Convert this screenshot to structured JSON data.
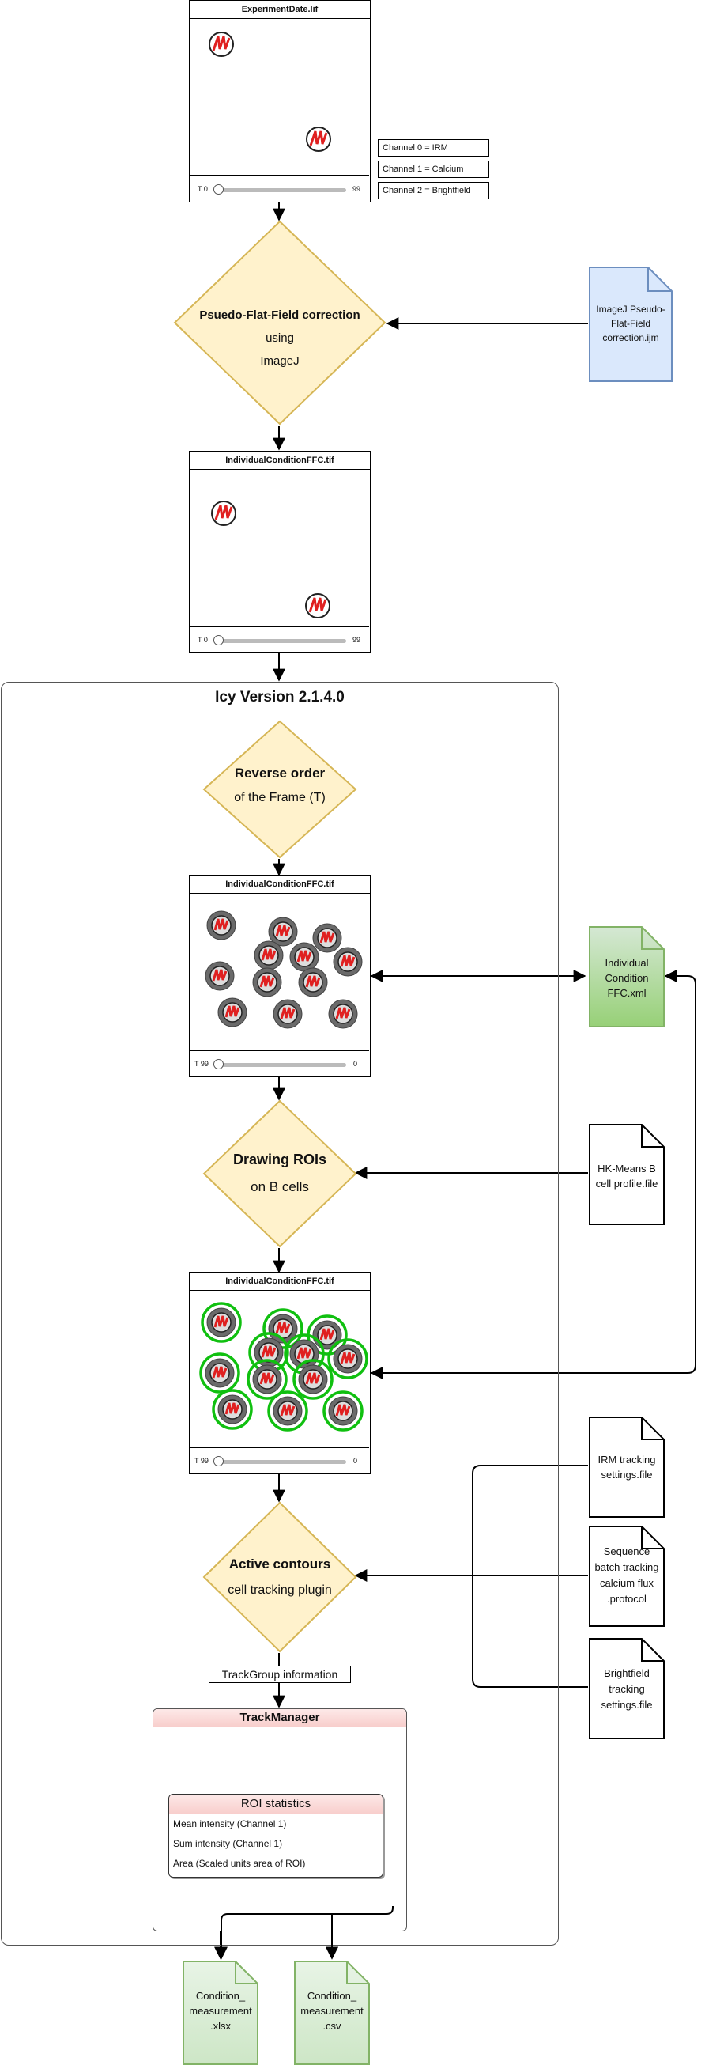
{
  "top_viewer": {
    "title": "ExperimentDate.lif",
    "slider_start": "T 0",
    "slider_end": "99"
  },
  "channels": [
    "Channel 0 = IRM",
    "Channel 1 = Calcium",
    "Channel 2 = Brightfield"
  ],
  "ffc_step": {
    "title": "Psuedo-Flat-Field correction",
    "line2": "using",
    "line3": "ImageJ"
  },
  "ffc_doc": {
    "lines": [
      "ImageJ Pseudo-",
      "Flat-Field",
      "correction.ijm"
    ]
  },
  "ffc_viewer": {
    "title": "IndividualConditionFFC.tif",
    "slider_start": "T 0",
    "slider_end": "99"
  },
  "icy": {
    "title": "Icy Version 2.1.4.0"
  },
  "reverse_step": {
    "title": "Reverse order",
    "line2": "of the Frame (T)"
  },
  "reversed_viewer": {
    "title": "IndividualConditionFFC.tif",
    "slider_start": "T 99",
    "slider_end": "0"
  },
  "xml_doc": {
    "lines": [
      "Individual",
      "Condition",
      "FFC.xml"
    ]
  },
  "roi_step": {
    "title": "Drawing ROIs",
    "line2": "on B cells"
  },
  "hk_doc": {
    "lines": [
      "HK-Means B",
      "cell profile.file"
    ]
  },
  "roi_viewer": {
    "title": "IndividualConditionFFC.tif",
    "slider_start": "T 99",
    "slider_end": "0"
  },
  "active_step": {
    "title": "Active contours",
    "line2": "cell tracking plugin"
  },
  "settings_docs": [
    {
      "lines": [
        "IRM tracking",
        "settings.file"
      ]
    },
    {
      "lines": [
        "Sequence",
        "batch tracking",
        "calcium flux",
        ".protocol"
      ]
    },
    {
      "lines": [
        "Brightfield",
        "tracking",
        "settings.file"
      ]
    }
  ],
  "trackgroup_label": "TrackGroup information",
  "trackmanager": {
    "title": "TrackManager"
  },
  "roi_stats": {
    "title": "ROI statistics",
    "rows": [
      "Mean intensity (Channel 1)",
      "Sum intensity (Channel 1)",
      "Area (Scaled units area of ROI)"
    ]
  },
  "outputs": [
    {
      "lines": [
        "Condition_",
        "measurement",
        ".xlsx"
      ]
    },
    {
      "lines": [
        "Condition_",
        "measurement",
        ".csv"
      ]
    }
  ],
  "colors": {
    "diamond_fill": "#fff2cc",
    "diamond_stroke": "#d6b656",
    "doc_blue_fill": "#dae8fc",
    "doc_blue_stroke": "#6c8ebf",
    "doc_green_fill": "#d5e8d4",
    "doc_green_stroke": "#82b366",
    "header_red_fill": "#f8cecc",
    "header_red_stroke": "#b85450",
    "cell_red": "#e02020",
    "roi_green": "#10c010"
  }
}
